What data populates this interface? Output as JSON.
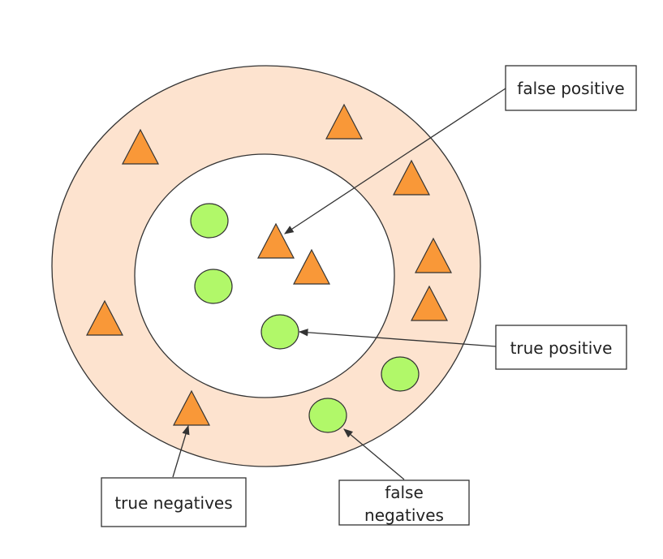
{
  "colors": {
    "outer_fill": "#fde3cf",
    "inner_fill": "#ffffff",
    "stroke": "#333333",
    "triangle_fill": "#f99838",
    "circle_fill": "#b1f869"
  },
  "labels": {
    "false_positive": "false positive",
    "true_positive": "true positive",
    "true_negatives": "true negatives",
    "false_negatives_line1": "false",
    "false_negatives_line2": "negatives"
  }
}
